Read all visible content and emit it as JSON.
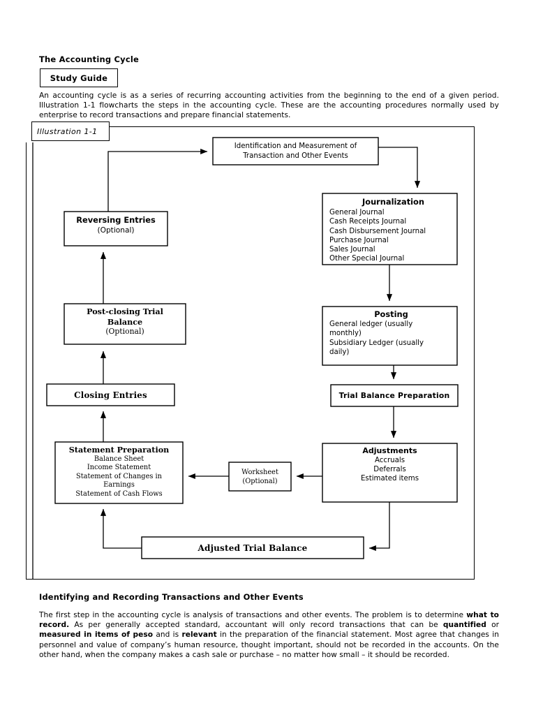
{
  "document": {
    "title": "The Accounting Cycle",
    "study_guide_label": "Study Guide",
    "intro_paragraph": "An accounting cycle is as a series of recurring accounting activities from the beginning to the end of a given period.  Illustration 1-1 flowcharts the steps in the accounting cycle.  These are the accounting procedures normally used by enterprise to record transactions and prepare financial statements.",
    "illustration_label": "Illustration 1-1",
    "section_heading": "Identifying and Recording Transactions and Other Events",
    "body_paragraph_parts": {
      "p1": "The first step in the accounting cycle is analysis of transactions and other events. The problem is to determine ",
      "b1": "what to record.",
      "p2": " As per generally accepted standard, accountant will only record transactions that can be ",
      "b2": "quantified",
      "p3": " or ",
      "b3": "measured in items of peso",
      "p4": " and is ",
      "b4": "relevant",
      "p5": " in the preparation of the financial statement. Most agree that changes in personnel and value of company’s human resource, thought important, should not be recorded in the accounts. On the other hand, when the company makes a cash sale or purchase – no matter how small – it should be recorded."
    }
  },
  "flowchart": {
    "type": "cycle-diagram",
    "nodes": {
      "identification": {
        "title": "Identification and Measurement of",
        "line2": "Transaction and Other Events"
      },
      "journalization": {
        "title": "Journalization",
        "items": [
          "General Journal",
          "Cash Receipts Journal",
          "Cash Disbursement Journal",
          "Purchase Journal",
          "Sales Journal",
          "Other Special Journal"
        ]
      },
      "posting": {
        "title": "Posting",
        "items": [
          "General ledger (usually monthly)",
          "Subsidiary Ledger (usually daily)"
        ]
      },
      "trial_balance_preparation": {
        "title": "Trial Balance Preparation"
      },
      "adjustments": {
        "title": "Adjustments",
        "items": [
          "Accruals",
          "Deferrals",
          "Estimated items"
        ]
      },
      "worksheet": {
        "title": "Worksheet",
        "subtitle": "(Optional)"
      },
      "adjusted_trial_balance": {
        "title": "Adjusted Trial Balance"
      },
      "statement_preparation": {
        "title": "Statement Preparation",
        "items": [
          "Balance Sheet",
          "Income Statement",
          "Statement of Changes in Earnings",
          "Statement of Cash Flows"
        ]
      },
      "closing_entries": {
        "title": "Closing Entries"
      },
      "post_closing_trial_balance": {
        "title": "Post-closing Trial Balance",
        "subtitle": "(Optional)"
      },
      "reversing_entries": {
        "title": "Reversing Entries",
        "subtitle": "(Optional)"
      }
    },
    "edges": [
      "identification -> journalization",
      "journalization -> posting",
      "posting -> trial_balance_preparation",
      "trial_balance_preparation -> adjustments",
      "adjustments -> worksheet",
      "worksheet -> statement_preparation",
      "adjustments -> adjusted_trial_balance",
      "adjusted_trial_balance -> statement_preparation",
      "statement_preparation -> closing_entries",
      "closing_entries -> post_closing_trial_balance",
      "post_closing_trial_balance -> reversing_entries",
      "reversing_entries -> identification"
    ],
    "colors": {
      "line": "#000000",
      "box_fill": "#ffffff",
      "text": "#000000"
    }
  }
}
